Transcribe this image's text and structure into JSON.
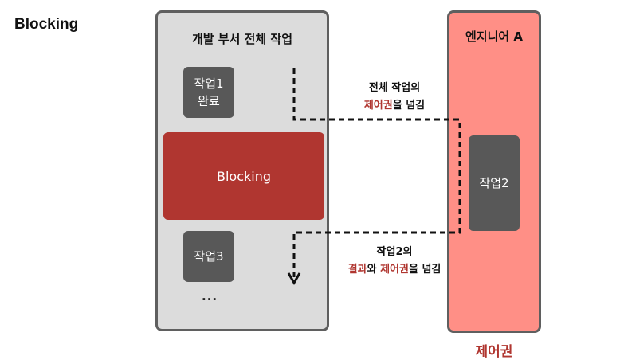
{
  "heading": "Blocking",
  "dept_panel": {
    "title": "개발 부서 전체 작업",
    "task1_line1": "작업1",
    "task1_line2": "완료",
    "blocking_label": "Blocking",
    "task3": "작업3",
    "ellipsis": "..."
  },
  "engineer_panel": {
    "title": "엔지니어 A",
    "task2": "작업2",
    "caption": "제어권"
  },
  "arrow_top_label": {
    "line1": "전체 작업의",
    "line2_highlight": "제어권",
    "line2_rest": "을 넘김"
  },
  "arrow_bottom_label": {
    "line1": "작업2의",
    "part1_highlight": "결과",
    "part2": "와 ",
    "part3_highlight": "제어권",
    "part4": "을 넘김"
  },
  "colors": {
    "accent_red": "#b03630",
    "engineer_bg": "#ff8f86",
    "dept_bg": "#dcdcdc",
    "task_bg": "#585858"
  }
}
